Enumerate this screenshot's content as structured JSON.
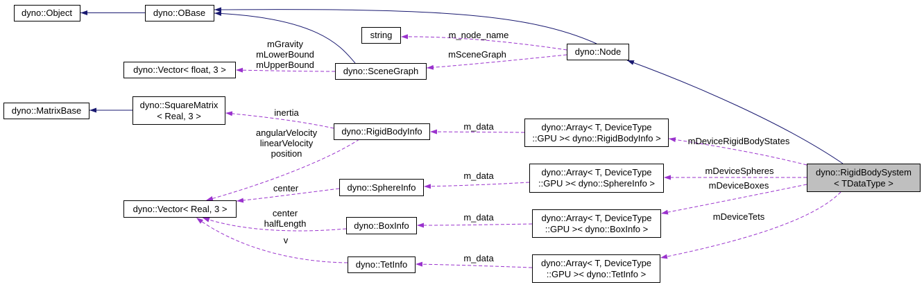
{
  "colors": {
    "inheritance_edge": "#191970",
    "usage_edge": "#9a32cd",
    "node_border": "#000000",
    "node_fill": "#ffffff",
    "current_node_fill": "#bfbfbf"
  },
  "nodes": {
    "object": {
      "label": "dyno::Object"
    },
    "obase": {
      "label": "dyno::OBase"
    },
    "string": {
      "label": "string"
    },
    "node": {
      "label": "dyno::Node"
    },
    "vector_float": {
      "label": "dyno::Vector< float, 3 >"
    },
    "scene_graph": {
      "label": "dyno::SceneGraph"
    },
    "matrix_base": {
      "label": "dyno::MatrixBase"
    },
    "square_matrix": {
      "lines": [
        "dyno::SquareMatrix",
        "< Real, 3 >"
      ]
    },
    "rigid_body_info": {
      "label": "dyno::RigidBodyInfo"
    },
    "array_rigid_body_info": {
      "lines": [
        "dyno::Array< T, DeviceType",
        "::GPU >< dyno::RigidBodyInfo >"
      ]
    },
    "rigid_body_system": {
      "lines": [
        "dyno::RigidBodySystem",
        "< TDataType >"
      ]
    },
    "sphere_info": {
      "label": "dyno::SphereInfo"
    },
    "array_sphere_info": {
      "lines": [
        "dyno::Array< T, DeviceType",
        "::GPU >< dyno::SphereInfo >"
      ]
    },
    "vector_real": {
      "label": "dyno::Vector< Real, 3 >"
    },
    "box_info": {
      "label": "dyno::BoxInfo"
    },
    "array_box_info": {
      "lines": [
        "dyno::Array< T, DeviceType",
        "::GPU >< dyno::BoxInfo >"
      ]
    },
    "tet_info": {
      "label": "dyno::TetInfo"
    },
    "array_tet_info": {
      "lines": [
        "dyno::Array< T, DeviceType",
        "::GPU >< dyno::TetInfo >"
      ]
    }
  },
  "edges": {
    "node_to_string": {
      "labels": [
        "m_node_name"
      ]
    },
    "node_to_scene_graph": {
      "labels": [
        "mSceneGraph"
      ]
    },
    "scene_graph_to_vector_float": {
      "labels": [
        "mGravity",
        "mLowerBound",
        "mUpperBound"
      ]
    },
    "rigid_body_info_to_square_matrix": {
      "labels": [
        "inertia"
      ]
    },
    "rigid_body_info_to_vector_real": {
      "labels": [
        "angularVelocity",
        "linearVelocity",
        "position"
      ]
    },
    "array_rigid_body_info_to_rigid_body_info": {
      "labels": [
        "m_data"
      ]
    },
    "system_to_array_rigid_body_info": {
      "labels": [
        "mDeviceRigidBodyStates"
      ]
    },
    "system_to_array_sphere_info": {
      "labels": [
        "mDeviceSpheres"
      ]
    },
    "system_to_array_box_info": {
      "labels": [
        "mDeviceBoxes"
      ]
    },
    "system_to_array_tet_info": {
      "labels": [
        "mDeviceTets"
      ]
    },
    "sphere_info_to_vector_real": {
      "labels": [
        "center"
      ]
    },
    "array_sphere_info_to_sphere_info": {
      "labels": [
        "m_data"
      ]
    },
    "box_info_to_vector_real": {
      "labels": [
        "center",
        "halfLength"
      ]
    },
    "array_box_info_to_box_info": {
      "labels": [
        "m_data"
      ]
    },
    "tet_info_to_vector_real": {
      "labels": [
        "v"
      ]
    },
    "array_tet_info_to_tet_info": {
      "labels": [
        "m_data"
      ]
    }
  }
}
